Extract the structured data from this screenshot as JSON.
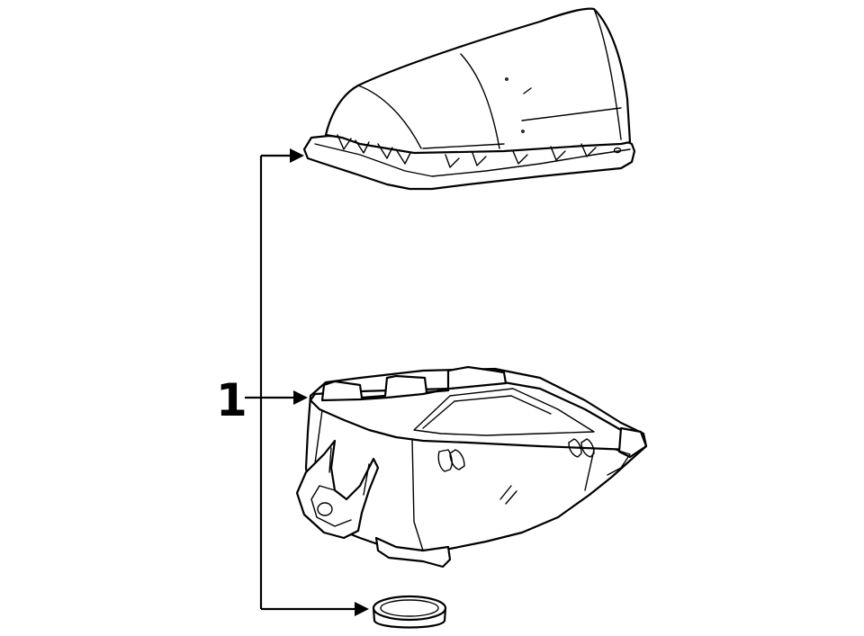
{
  "diagram": {
    "callouts": [
      {
        "label": "1",
        "targets": [
          "air-cleaner-upper-cover",
          "air-cleaner-lower-housing",
          "seal-ring"
        ]
      }
    ]
  },
  "colors": {
    "line": "#000000",
    "background": "#ffffff"
  }
}
